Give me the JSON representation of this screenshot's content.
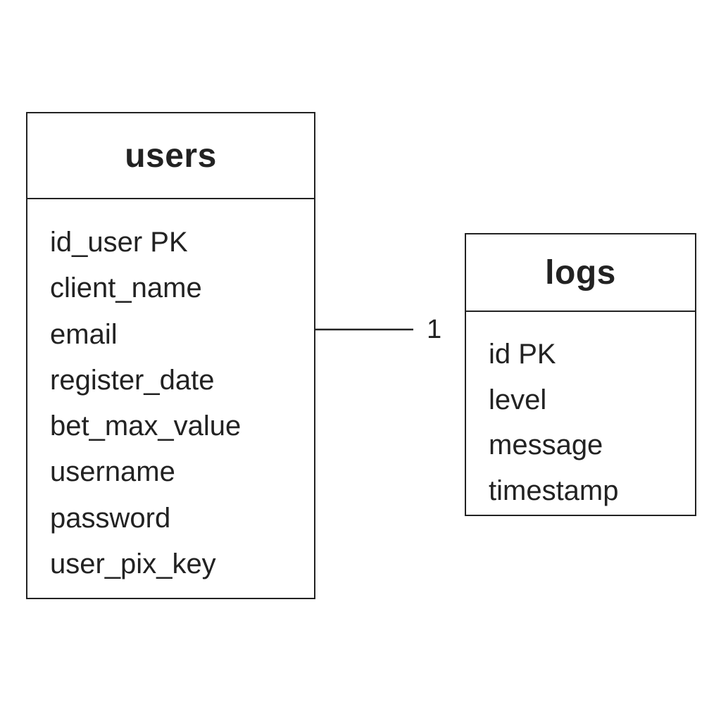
{
  "entities": {
    "users": {
      "title": "users",
      "fields": [
        "id_user PK",
        "client_name",
        "email",
        "register_date",
        "bet_max_value",
        "username",
        "password",
        "user_pix_key"
      ]
    },
    "logs": {
      "title": "logs",
      "fields": [
        "id PK",
        "level",
        "message",
        "timestamp"
      ]
    }
  },
  "relationship": {
    "cardinality_logs_side": "1"
  },
  "colors": {
    "line": "#222222",
    "text": "#222222",
    "background": "#ffffff"
  }
}
